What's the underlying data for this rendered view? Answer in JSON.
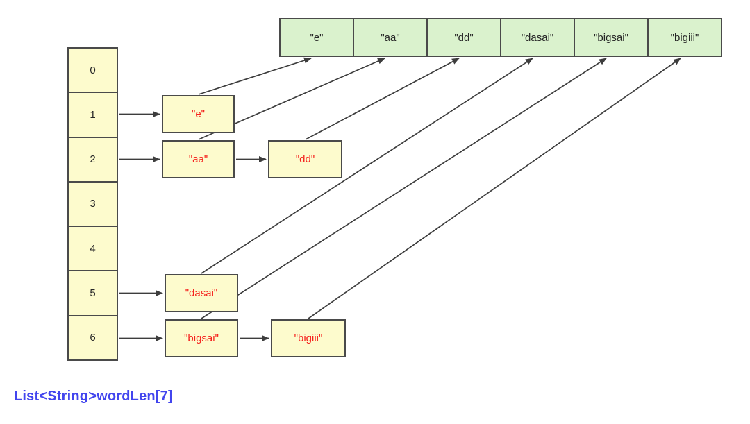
{
  "diagram": {
    "array": {
      "cells": [
        "0",
        "1",
        "2",
        "3",
        "4",
        "5",
        "6"
      ]
    },
    "string_row": {
      "cells": [
        "\"e\"",
        "\"aa\"",
        "\"dd\"",
        "\"dasai\"",
        "\"bigsai\"",
        "\"bigiii\""
      ]
    },
    "nodes": {
      "e": "\"e\"",
      "aa": "\"aa\"",
      "dd": "\"dd\"",
      "dasai": "\"dasai\"",
      "bigsai": "\"bigsai\"",
      "bigiii": "\"bigiii\""
    },
    "caption": "List<String>wordLen[7]",
    "colors": {
      "node_fill": "#FDFBCD",
      "node_border": "#4A4A4A",
      "string_row_fill": "#DAF2CD",
      "node_text_red": "#F5211D",
      "caption_blue": "#4245EE",
      "arrow_line": "#3D3D3D"
    }
  }
}
